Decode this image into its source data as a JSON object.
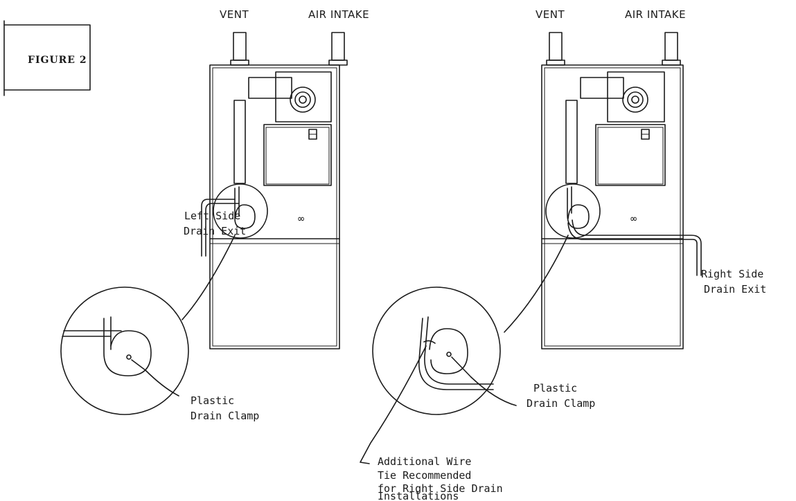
{
  "figure_label": "FIGURE 2",
  "left_unit": {
    "vent_label": "VENT",
    "air_intake_label": "AIR INTAKE",
    "drain_exit_label": [
      "Left Side",
      "Drain Exit"
    ],
    "clamp_label": [
      "Plastic",
      "Drain Clamp"
    ]
  },
  "right_unit": {
    "vent_label": "VENT",
    "air_intake_label": "AIR INTAKE",
    "drain_exit_label": [
      "Right Side",
      "Drain Exit"
    ],
    "clamp_label": [
      "Plastic",
      "Drain Clamp"
    ],
    "wire_tie_label": [
      "Additional Wire",
      "Tie Recommended",
      "for Right Side Drain",
      "Installations"
    ]
  },
  "filter_symbol": "∞"
}
